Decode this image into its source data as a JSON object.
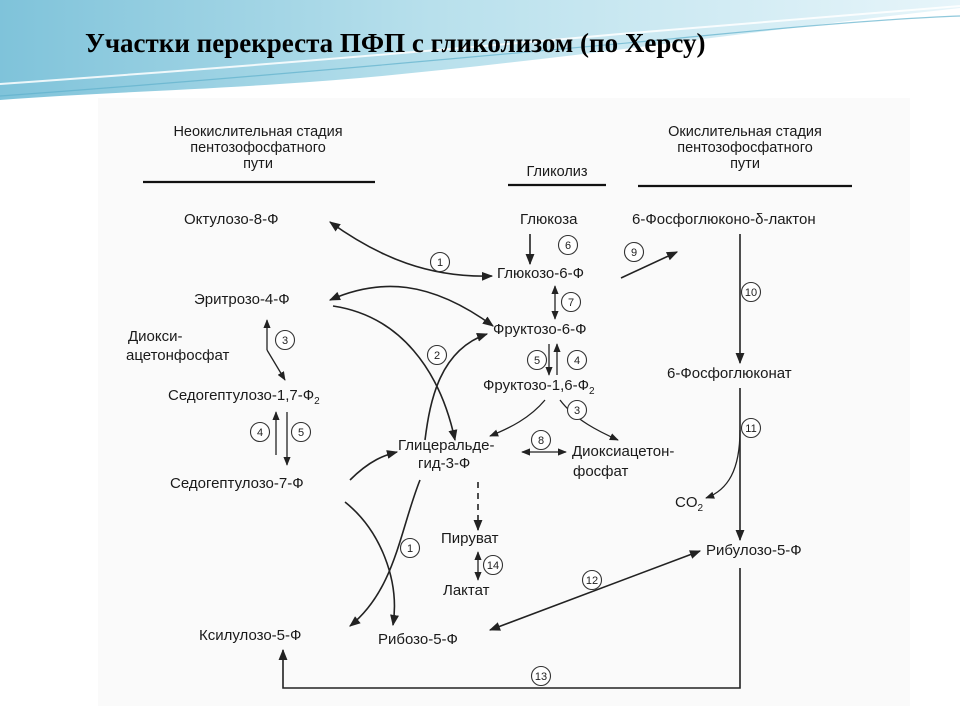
{
  "title": "Участки перекреста ПФП с гликолизом (по Херсу)",
  "headers": {
    "non_oxidative": [
      "Неокислительная стадия",
      "пентозофосфатного",
      "пути"
    ],
    "glycolysis": "Гликолиз",
    "oxidative": [
      "Окислительная стадия",
      "пентозофосфатного",
      "пути"
    ]
  },
  "metabolites": {
    "octulose": "Октулозо-8-Ф",
    "glucose": "Глюкоза",
    "phosphogluconolactone": "6-Фосфоглюконо-δ-лактон",
    "glucose6p": "Глюкозо-6-Ф",
    "erythrose4p": "Эритрозо-4-Ф",
    "fructose6p": "Фруктозо-6-Ф",
    "dhap_left_1": "Диокси-",
    "dhap_left_2": "ацетонфосфат",
    "fructose16bp": "Фруктозо-1,6-Ф",
    "fructose16bp_sub": "2",
    "phosphogluconate": "6-Фосфоглюконат",
    "sedoheptulose17bp": "Седогептулозо-1,7-Ф",
    "sedoheptulose17bp_sub": "2",
    "gap_1": "Глицеральде-",
    "gap_2": "гид-3-Ф",
    "dhap_right_1": "Диоксиацетон-",
    "dhap_right_2": "фосфат",
    "sedoheptulose7p": "Седогептулозо-7-Ф",
    "co2": "CO",
    "co2_sub": "2",
    "pyruvate": "Пируват",
    "ribulose5p": "Рибулозо-5-Ф",
    "lactate": "Лактат",
    "xylulose5p": "Ксилулозо-5-Ф",
    "ribose5p": "Рибозо-5-Ф"
  },
  "enzymes": {
    "e1_top": "1",
    "e6": "6",
    "e9": "9",
    "e7": "7",
    "e10": "10",
    "e3_left": "3",
    "e2": "2",
    "e5_mid": "5",
    "e4_mid": "4",
    "e3_right": "3",
    "e4_left": "4",
    "e5_left": "5",
    "e8": "8",
    "e11": "11",
    "e1_bottom": "1",
    "e14": "14",
    "e12": "12",
    "e13": "13"
  }
}
